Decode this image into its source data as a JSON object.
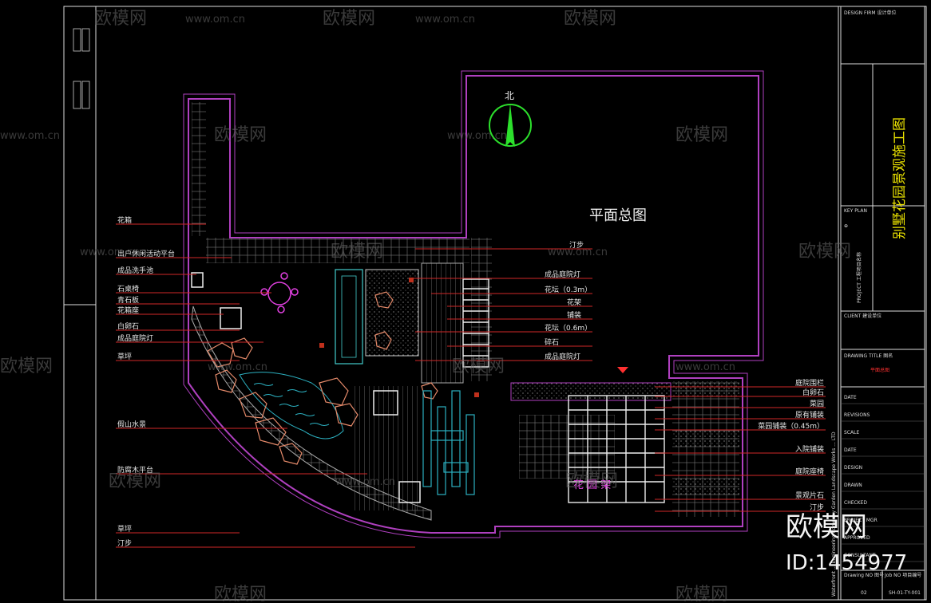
{
  "drawing": {
    "plan_title": "平面总图",
    "north": "北",
    "sheet_title": "别墅花园景观施工图",
    "left_labels": [
      "花箱",
      "出户休闲活动平台",
      "成品洗手池",
      "石桌椅",
      "青石板",
      "花箱座",
      "白卵石",
      "成品庭院灯",
      "草坪",
      "假山水景",
      "防腐木平台",
      "草坪",
      "汀步"
    ],
    "right_top_labels": [
      "汀步",
      "成品庭院灯",
      "花坛（0.3m）",
      "花架",
      "铺装",
      "花坛（0.6m）",
      "碎石",
      "成品庭院灯"
    ],
    "right_bottom_labels": [
      "庭院围栏",
      "白卵石",
      "菜园",
      "原有铺装",
      "菜园铺装（0.45m）",
      "入院铺装",
      "庭院座椅",
      "景观片石",
      "汀步"
    ],
    "titleblock": {
      "design_firm": "DESIGN FIRM  设计单位",
      "key_plan": "KEY PLAN",
      "project": "PROJECT 工程项目名称",
      "client": "CLIENT  建设单位",
      "drawing_title": "DRAWING TITLE  图名",
      "drawing_title_value": "平面总图",
      "rows": [
        "DATE",
        "REVISIONS",
        "SCALE",
        "DATE",
        "DESIGN",
        "DRAWN",
        "CHECKED",
        "PROJECT MGR",
        "APPROVED",
        "CONSULTANT"
      ],
      "drawing_no": "Drawing NO  图号",
      "job_no": "Job NO  项目编号",
      "drawing_no_value": "02",
      "job_no_value": "SH-01-TY-001"
    },
    "vertical_firm": "Waterfront ... Engineering Company Garden Landscape Works ... LTD",
    "watermarks": {
      "brand": "欧模网",
      "site": "www.om.cn",
      "id": "ID:1454977"
    }
  }
}
